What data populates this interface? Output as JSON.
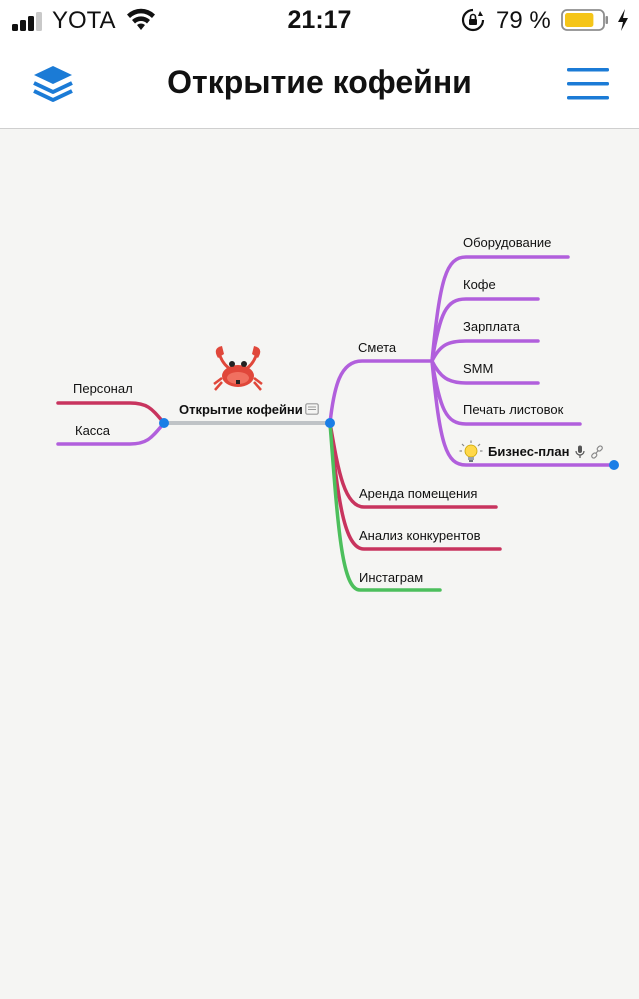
{
  "status_bar": {
    "carrier": "YOTA",
    "time": "21:17",
    "battery_percent": "79 %",
    "battery_level": 0.79
  },
  "nav": {
    "title": "Открытие кофейни",
    "left_icon": "layers-icon",
    "right_icon": "hamburger-menu-icon"
  },
  "mindmap": {
    "central": "Открытие кофейни",
    "left_nodes": [
      "Персонал",
      "Касса"
    ],
    "right_nodes": {
      "smeta": "Смета",
      "smeta_children": [
        "Оборудование",
        "Кофе",
        "Зарплата",
        "SMM",
        "Печать листовок",
        "Бизнес-план"
      ],
      "others": [
        "Аренда помещения",
        "Анализ конкурентов",
        "Инстаграм"
      ]
    },
    "colors": {
      "purple": "#b15fdc",
      "crimson": "#c8345e",
      "green": "#4cbf5c",
      "gray": "#bfc3c6",
      "dot": "#1a7ee6"
    }
  }
}
